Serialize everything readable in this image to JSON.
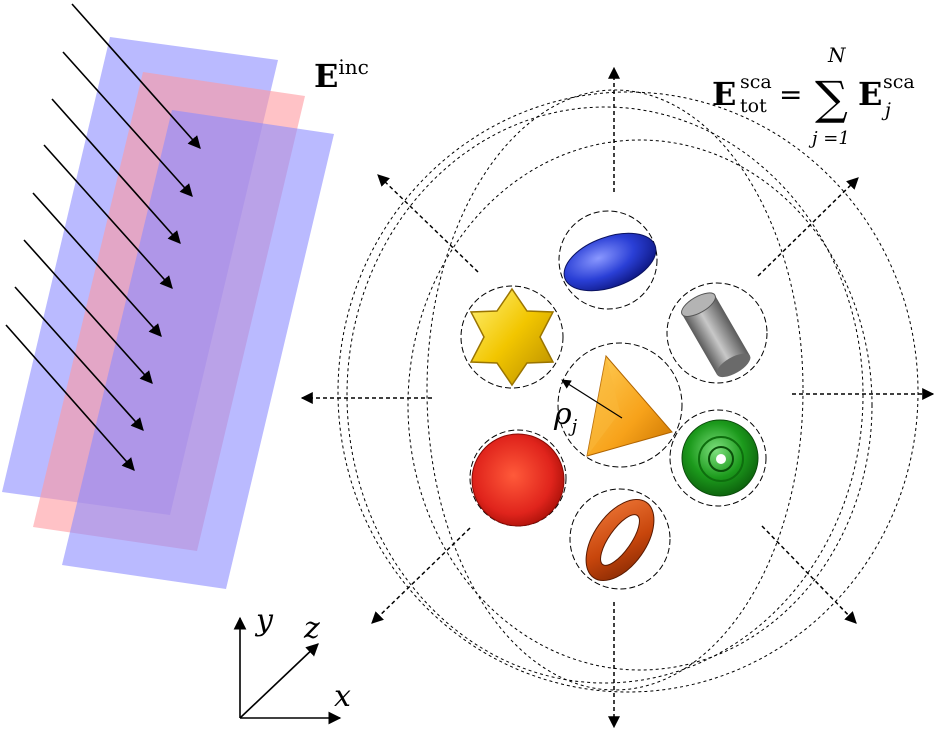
{
  "labels": {
    "incident_field": {
      "symbol": "E",
      "superscript": "inc"
    },
    "total_scattered": {
      "lhs_symbol": "E",
      "lhs_superscript": "sca",
      "lhs_subscript": "tot",
      "equals": "=",
      "sum_symbol": "∑",
      "sum_upper": "N",
      "sum_lower": "j =1",
      "rhs_symbol": "E",
      "rhs_superscript": "sca",
      "rhs_subscript": "j"
    },
    "radius": {
      "symbol": "ρ",
      "subscript": "j"
    },
    "axes": {
      "x": "x",
      "y": "y",
      "z": "z"
    }
  },
  "scatterers": [
    {
      "shape": "ellipsoid",
      "color": "#2a3fd6"
    },
    {
      "shape": "cylinder",
      "color": "#8c8c8c"
    },
    {
      "shape": "torus-disc",
      "color": "#1c9a1c"
    },
    {
      "shape": "torus",
      "color": "#c8460c"
    },
    {
      "shape": "sphere",
      "color": "#e0241c"
    },
    {
      "shape": "star",
      "color": "#f2c600"
    },
    {
      "shape": "pyramid",
      "color": "#f7a21a"
    }
  ],
  "colors": {
    "plane_blue": "#8c8cff",
    "plane_red": "#ff9aa0",
    "line": "#000000"
  }
}
